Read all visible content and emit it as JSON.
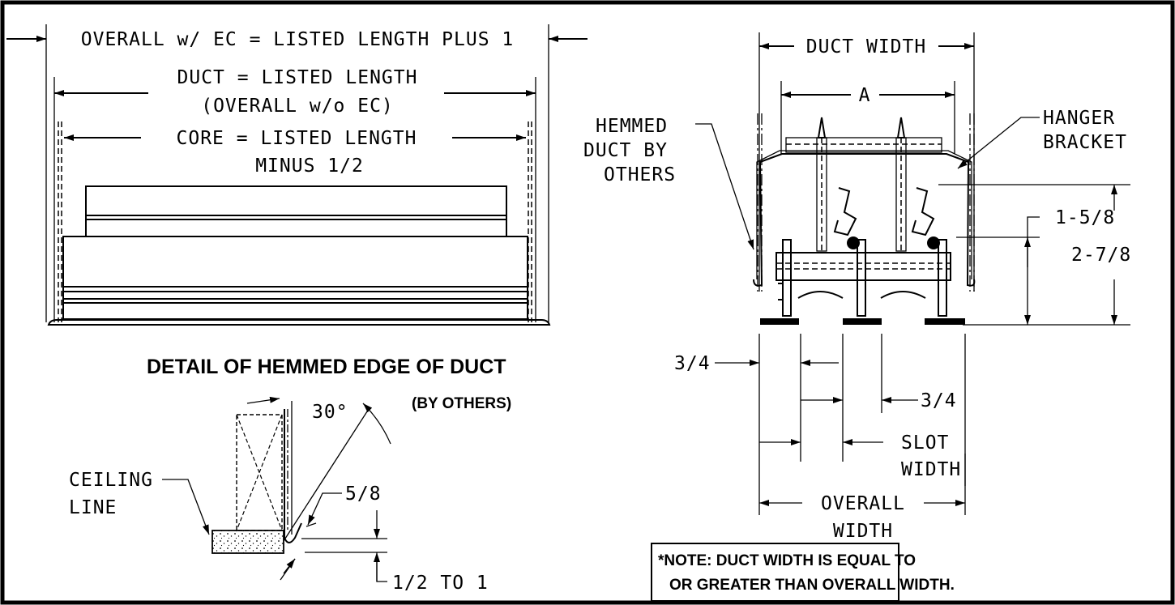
{
  "left_view": {
    "overall_label": "OVERALL w/ EC = LISTED LENGTH PLUS 1",
    "duct_label_1": "DUCT = LISTED LENGTH",
    "duct_label_2": "(OVERALL w/o EC)",
    "core_label_1": "CORE = LISTED LENGTH",
    "core_label_2": "MINUS 1/2"
  },
  "detail": {
    "title": "DETAIL OF HEMMED EDGE OF DUCT",
    "subtitle": "(BY OTHERS)",
    "angle": "30°",
    "ceiling_label_1": "CEILING",
    "ceiling_label_2": "LINE",
    "hem_dim": "5/8",
    "gap_dim": "1/2 TO 1"
  },
  "right_view": {
    "duct_width": "DUCT WIDTH",
    "a_label": "A",
    "hemmed_1": "HEMMED",
    "hemmed_2": "DUCT BY",
    "hemmed_3": "OTHERS",
    "hanger_1": "HANGER",
    "hanger_2": "BRACKET",
    "dim_1_5_8": "1-5/8",
    "dim_2_7_8": "2-7/8",
    "dim_3_4_left": "3/4",
    "dim_3_4_right": "3/4",
    "slot_1": "SLOT",
    "slot_2": "WIDTH",
    "overall_1": "OVERALL",
    "overall_2": "WIDTH"
  },
  "note": {
    "line_1": "*NOTE: DUCT WIDTH IS EQUAL TO",
    "line_2": "OR GREATER THAN OVERALL WIDTH."
  }
}
